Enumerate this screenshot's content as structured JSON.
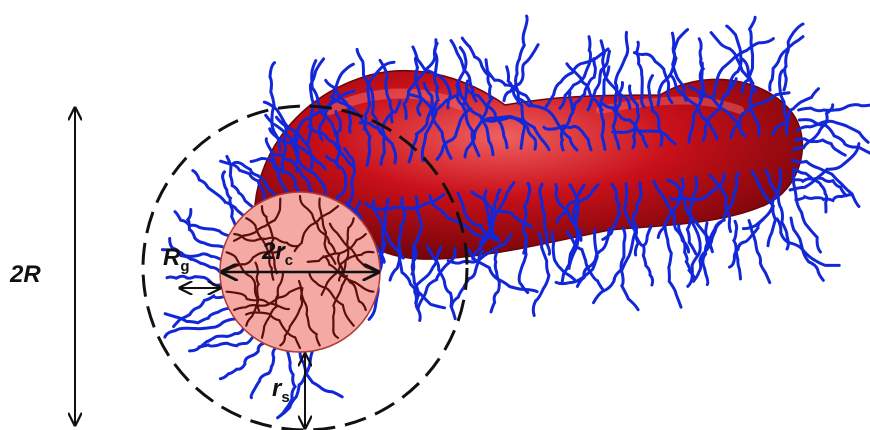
{
  "labels": {
    "height": "2R",
    "graft_symbol": "R",
    "graft_sub": "g",
    "core_symbol": "2r",
    "core_sub": "c",
    "shell_symbol": "r",
    "shell_sub": "s"
  },
  "colors": {
    "worm_body": "#c8101a",
    "worm_dark": "#7a0508",
    "worm_light": "#f06060",
    "chains": "#1228d8",
    "core_fill": "#f4a9a4",
    "core_stroke": "#b23a36",
    "core_chains": "#5a0f0a",
    "dashed_circle": "#111111"
  },
  "icons": {
    "arrow_vertical": "double-arrow-vertical-icon",
    "arrow_graft": "double-arrow-horizontal-icon",
    "arrow_core": "double-arrow-horizontal-icon",
    "arrow_shell": "double-arrow-vertical-icon"
  }
}
